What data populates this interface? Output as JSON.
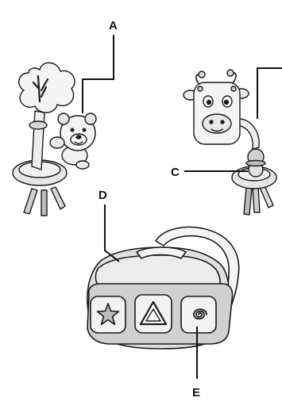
{
  "callouts": {
    "a": "A",
    "c": "C",
    "d": "D",
    "e": "E"
  },
  "colors": {
    "outline": "#1a1a1a",
    "fill_light": "#f2f2f2",
    "fill_mid": "#d8d8d8",
    "fill_dark": "#bdbdbd",
    "leader_line": "#111111"
  },
  "icons": [
    "tree-rattle-icon",
    "teddy-bear-icon",
    "giraffe-face-icon",
    "star-icon",
    "triangle-icon",
    "spiral-icon"
  ]
}
